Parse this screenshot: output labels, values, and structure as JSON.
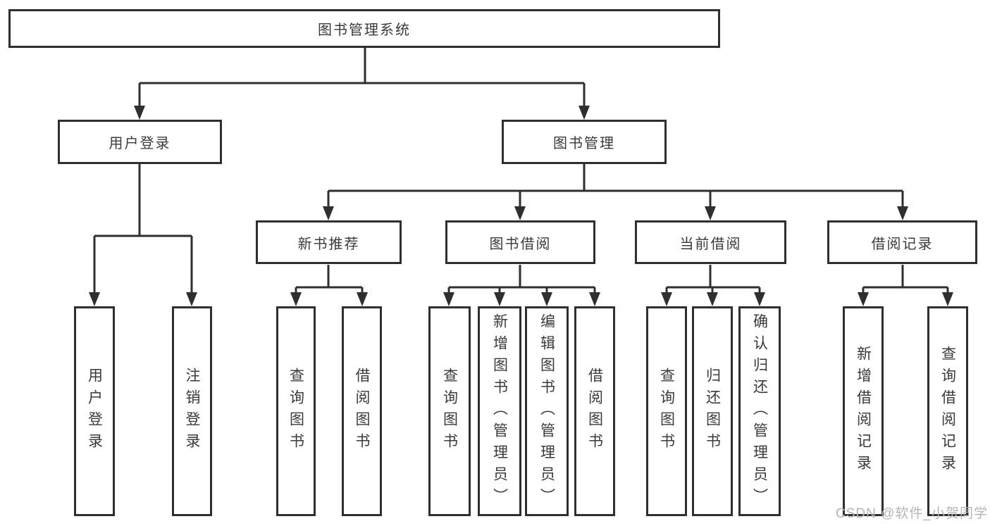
{
  "diagram": {
    "nodes": {
      "root": "图书管理系统",
      "user_login": "用户登录",
      "book_mgmt": "图书管理",
      "new_book_rec": "新书推荐",
      "book_borrow": "图书借阅",
      "current_borrow": "当前借阅",
      "borrow_record": "借阅记录",
      "ul_user_login": "用户登录",
      "ul_logout": "注销登录",
      "nb_query_book": "查询图书",
      "nb_borrow_book": "借阅图书",
      "bb_query_book": "查询图书",
      "bb_add_book": "新增图书（管理员）",
      "bb_edit_book": "编辑图书（管理员）",
      "bb_borrow_book": "借阅图书",
      "cb_query_book": "查询图书",
      "cb_return_book": "归还图书",
      "cb_confirm_return": "确认归还（管理员）",
      "br_add_record": "新增借阅记录",
      "br_query_record": "查询借阅记录"
    },
    "edges": [
      [
        "root",
        "user_login"
      ],
      [
        "root",
        "book_mgmt"
      ],
      [
        "user_login",
        "ul_user_login"
      ],
      [
        "user_login",
        "ul_logout"
      ],
      [
        "book_mgmt",
        "new_book_rec"
      ],
      [
        "book_mgmt",
        "book_borrow"
      ],
      [
        "book_mgmt",
        "current_borrow"
      ],
      [
        "book_mgmt",
        "borrow_record"
      ],
      [
        "new_book_rec",
        "nb_query_book"
      ],
      [
        "new_book_rec",
        "nb_borrow_book"
      ],
      [
        "book_borrow",
        "bb_query_book"
      ],
      [
        "book_borrow",
        "bb_add_book"
      ],
      [
        "book_borrow",
        "bb_edit_book"
      ],
      [
        "book_borrow",
        "bb_borrow_book"
      ],
      [
        "current_borrow",
        "cb_query_book"
      ],
      [
        "current_borrow",
        "cb_return_book"
      ],
      [
        "current_borrow",
        "cb_confirm_return"
      ],
      [
        "borrow_record",
        "br_add_record"
      ],
      [
        "borrow_record",
        "br_query_record"
      ]
    ],
    "colors": {
      "line": "#2f2f2f",
      "box_fill": "#ffffff",
      "text": "#3a3a3a",
      "watermark": "#b5b5b5"
    }
  },
  "watermark": "CSDN @软件_小贺同学"
}
